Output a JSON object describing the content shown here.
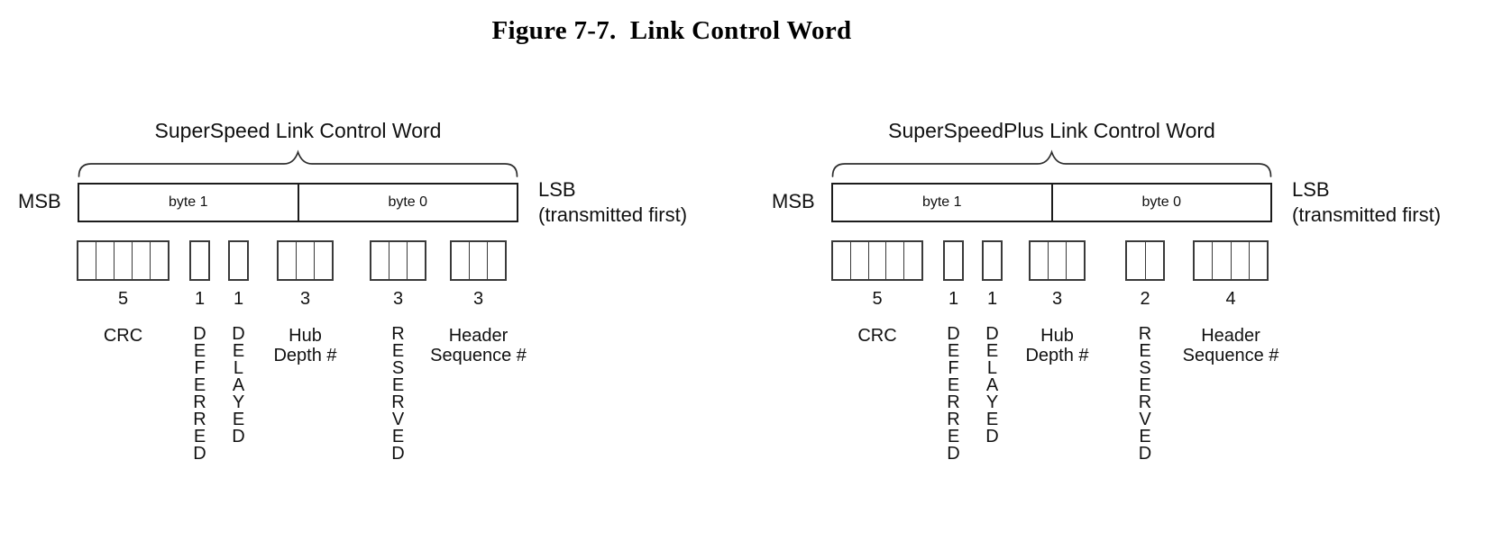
{
  "figure_title": "Figure 7-7.  Link Control Word",
  "diagrams": [
    {
      "title": "SuperSpeed Link Control Word",
      "msb_label": "MSB",
      "lsb_label": "LSB",
      "lsb_note": "(transmitted first)",
      "byte_labels": [
        "byte 1",
        "byte 0"
      ],
      "fields": [
        {
          "bits": 5,
          "count": "5",
          "label": "CRC",
          "label_style": "inline"
        },
        {
          "bits": 1,
          "count": "1",
          "label": "DEFERRED",
          "label_style": "vertical"
        },
        {
          "bits": 1,
          "count": "1",
          "label": "DELAYED",
          "label_style": "vertical"
        },
        {
          "bits": 3,
          "count": "3",
          "label": "Hub Depth #",
          "label_lines": [
            "Hub",
            "Depth #"
          ],
          "label_style": "stacked"
        },
        {
          "bits": 3,
          "count": "3",
          "label": "RESERVED",
          "label_style": "vertical"
        },
        {
          "bits": 3,
          "count": "3",
          "label": "Header Sequence #",
          "label_lines": [
            "Header",
            "Sequence #"
          ],
          "label_style": "stacked"
        }
      ]
    },
    {
      "title": "SuperSpeedPlus Link Control Word",
      "msb_label": "MSB",
      "lsb_label": "LSB",
      "lsb_note": "(transmitted first)",
      "byte_labels": [
        "byte 1",
        "byte 0"
      ],
      "fields": [
        {
          "bits": 5,
          "count": "5",
          "label": "CRC",
          "label_style": "inline"
        },
        {
          "bits": 1,
          "count": "1",
          "label": "DEFERRED",
          "label_style": "vertical"
        },
        {
          "bits": 1,
          "count": "1",
          "label": "DELAYED",
          "label_style": "vertical"
        },
        {
          "bits": 3,
          "count": "3",
          "label": "Hub Depth #",
          "label_lines": [
            "Hub",
            "Depth #"
          ],
          "label_style": "stacked"
        },
        {
          "bits": 2,
          "count": "2",
          "label": "RESERVED",
          "label_style": "vertical"
        },
        {
          "bits": 4,
          "count": "4",
          "label": "Header Sequence #",
          "label_lines": [
            "Header",
            "Sequence #"
          ],
          "label_style": "stacked"
        }
      ]
    }
  ]
}
